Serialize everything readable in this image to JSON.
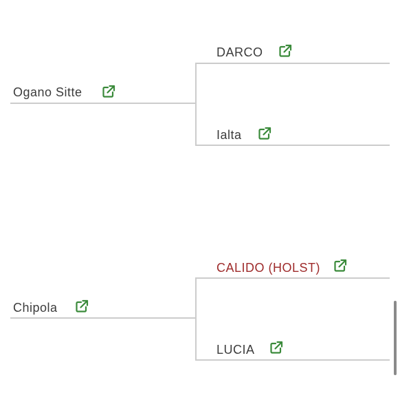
{
  "pedigree": {
    "families": [
      {
        "parent": {
          "name": "Ogano Sitte"
        },
        "children": [
          {
            "name": "DARCO"
          },
          {
            "name": "Ialta"
          }
        ]
      },
      {
        "parent": {
          "name": "Chipola"
        },
        "children": [
          {
            "name": "CALIDO (HOLST)"
          },
          {
            "name": "LUCIA"
          }
        ]
      }
    ]
  },
  "colors": {
    "text": "#3c3c3c",
    "highlight_text": "#9e2b2b",
    "icon": "#3a8a3a",
    "line": "#cccccc",
    "scrollbar": "#8a8a8a"
  },
  "icons": {
    "external_link": "external-link-icon"
  }
}
